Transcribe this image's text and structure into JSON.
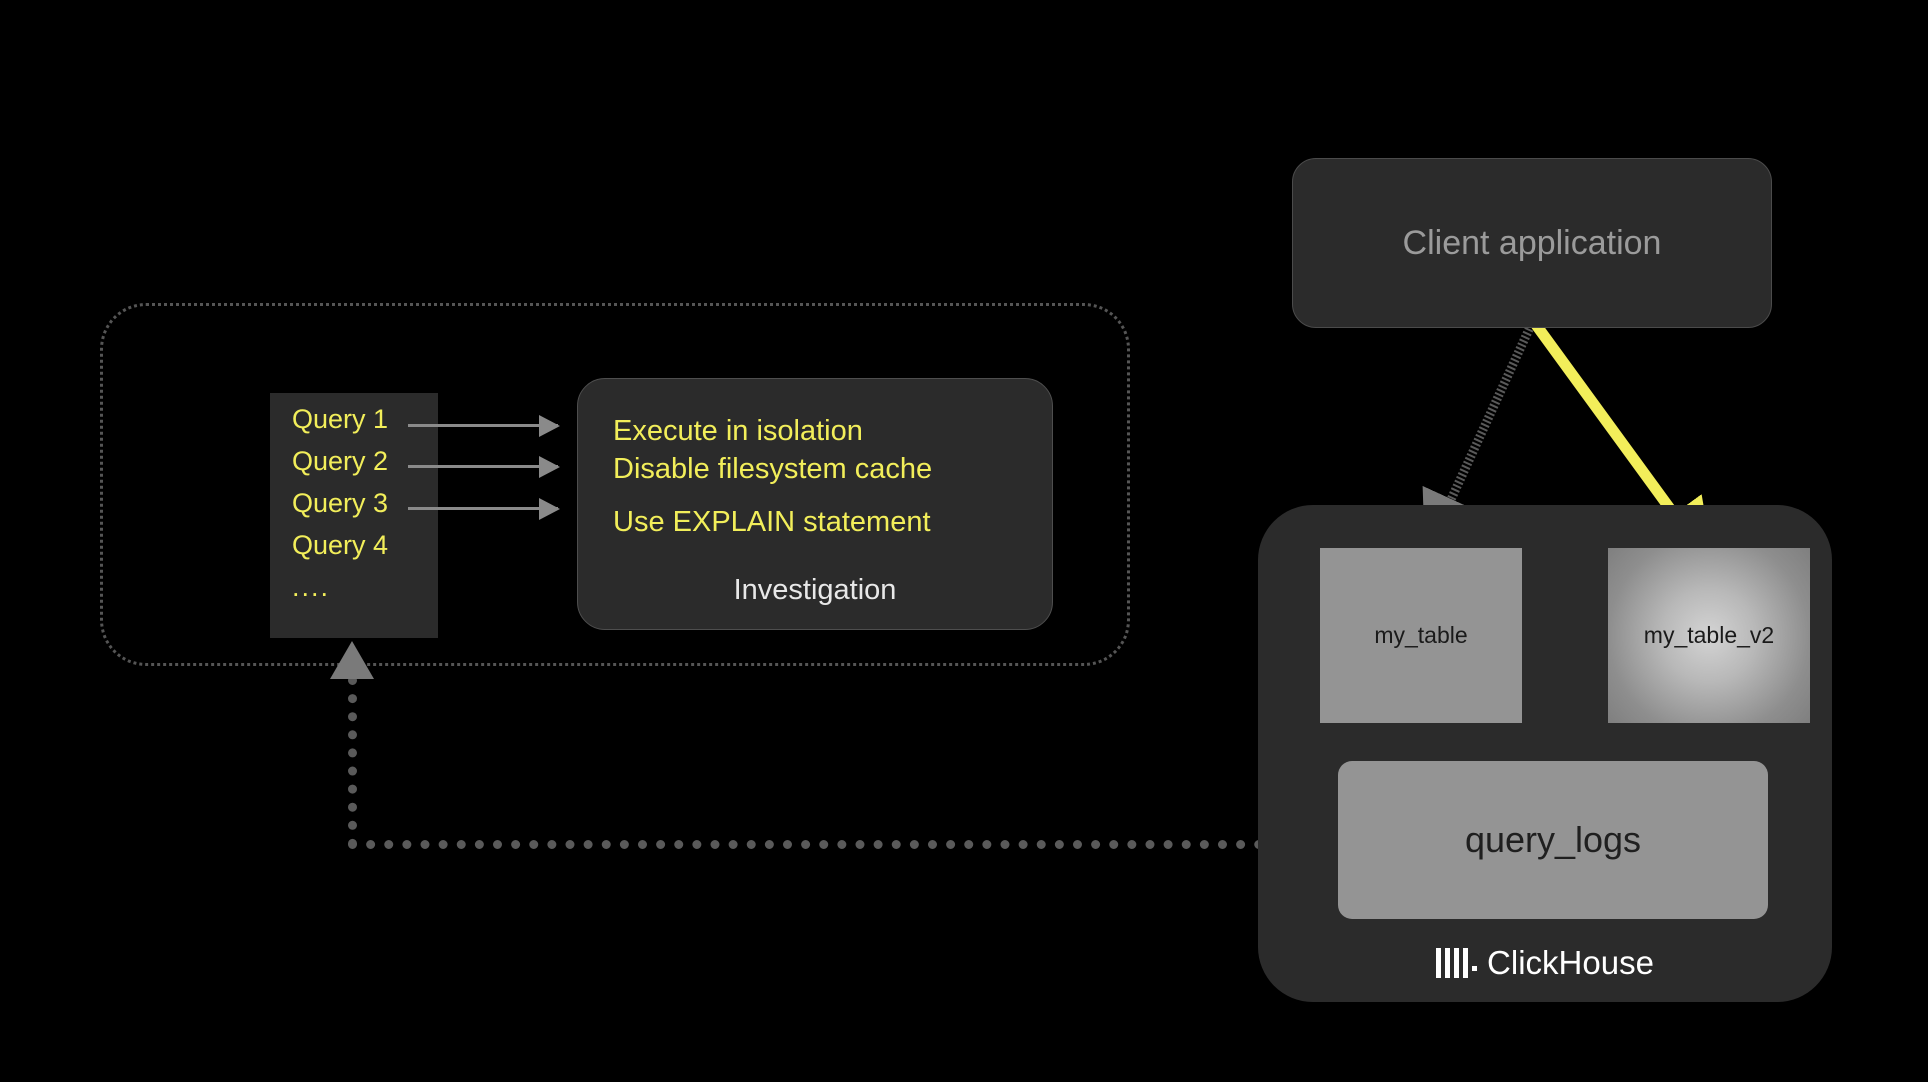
{
  "colors": {
    "background": "#000000",
    "panel": "#2b2b2b",
    "accent_yellow": "#f2ee5a",
    "gray_arrow": "#8a8a8a",
    "dotted_gray": "#5a5a5a",
    "table_gray": "#949494",
    "muted_text": "#9b9b9b"
  },
  "investigation_group": {
    "query_list": {
      "items": [
        {
          "label": "Query 1"
        },
        {
          "label": "Query 2"
        },
        {
          "label": "Query 3"
        },
        {
          "label": "Query 4"
        },
        {
          "label": "...."
        }
      ]
    },
    "investigation_box": {
      "caption": "Investigation",
      "steps": [
        "Execute in isolation",
        "Disable filesystem cache",
        "Use EXPLAIN statement"
      ]
    }
  },
  "client": {
    "label": "Client application"
  },
  "clickhouse": {
    "brand": "ClickHouse",
    "tables": [
      {
        "name": "my_table",
        "highlighted": false
      },
      {
        "name": "my_table_v2",
        "highlighted": true
      }
    ],
    "logs_table": {
      "name": "query_logs"
    }
  }
}
